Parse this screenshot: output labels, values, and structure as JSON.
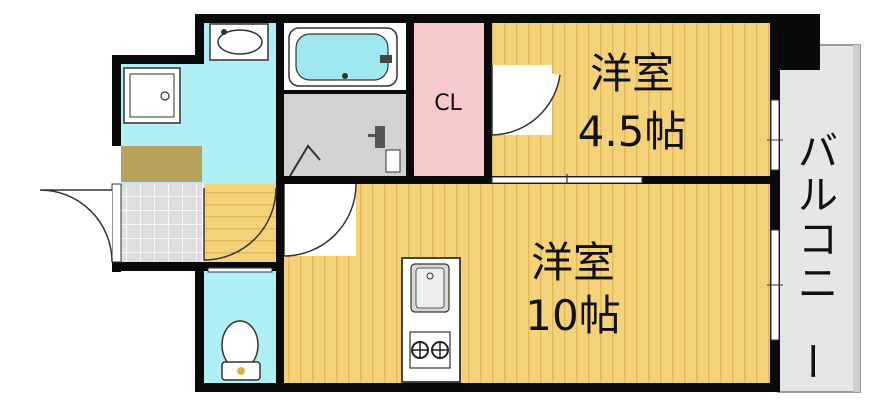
{
  "rooms": {
    "western_small": {
      "name": "洋室",
      "size": "4.5帖"
    },
    "western_large": {
      "name": "洋室",
      "size": "10帖"
    },
    "closet": {
      "label": "CL"
    }
  },
  "balcony": {
    "label": "バルコニー"
  },
  "colors": {
    "wall": "#0a0a0a",
    "floor_wood": "#f4d27a",
    "floor_wood_stripe": "#e6bf5e",
    "wet_area": "#aef0f5",
    "closet": "#f6c9cc",
    "bathroom_floor": "#cfcfcf",
    "entrance_tile": "#d9d9d9",
    "shoe_box": "#b8a15a",
    "balcony": "#e4e4e4"
  }
}
